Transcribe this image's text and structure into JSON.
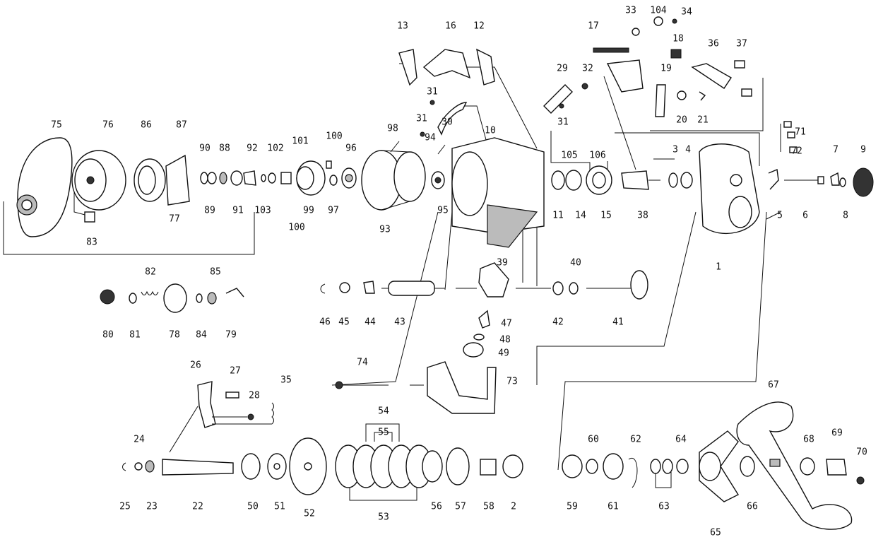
{
  "diagram": {
    "part_numbers": [
      "1",
      "2",
      "3",
      "4",
      "5",
      "6",
      "7",
      "8",
      "9",
      "10",
      "11",
      "12",
      "13",
      "14",
      "15",
      "16",
      "17",
      "18",
      "19",
      "20",
      "21",
      "22",
      "23",
      "24",
      "25",
      "26",
      "27",
      "28",
      "29",
      "30",
      "31",
      "32",
      "33",
      "34",
      "35",
      "36",
      "37",
      "38",
      "39",
      "40",
      "41",
      "42",
      "43",
      "44",
      "45",
      "46",
      "47",
      "48",
      "49",
      "50",
      "51",
      "52",
      "53",
      "54",
      "55",
      "56",
      "57",
      "58",
      "59",
      "60",
      "61",
      "62",
      "63",
      "64",
      "65",
      "66",
      "67",
      "68",
      "69",
      "70",
      "71",
      "72",
      "73",
      "74",
      "75",
      "76",
      "77",
      "78",
      "79",
      "80",
      "81",
      "82",
      "83",
      "84",
      "85",
      "86",
      "87",
      "88",
      "89",
      "90",
      "91",
      "92",
      "93",
      "94",
      "95",
      "96",
      "97",
      "98",
      "99",
      "100",
      "101",
      "102",
      "103",
      "104",
      "105",
      "106"
    ]
  }
}
